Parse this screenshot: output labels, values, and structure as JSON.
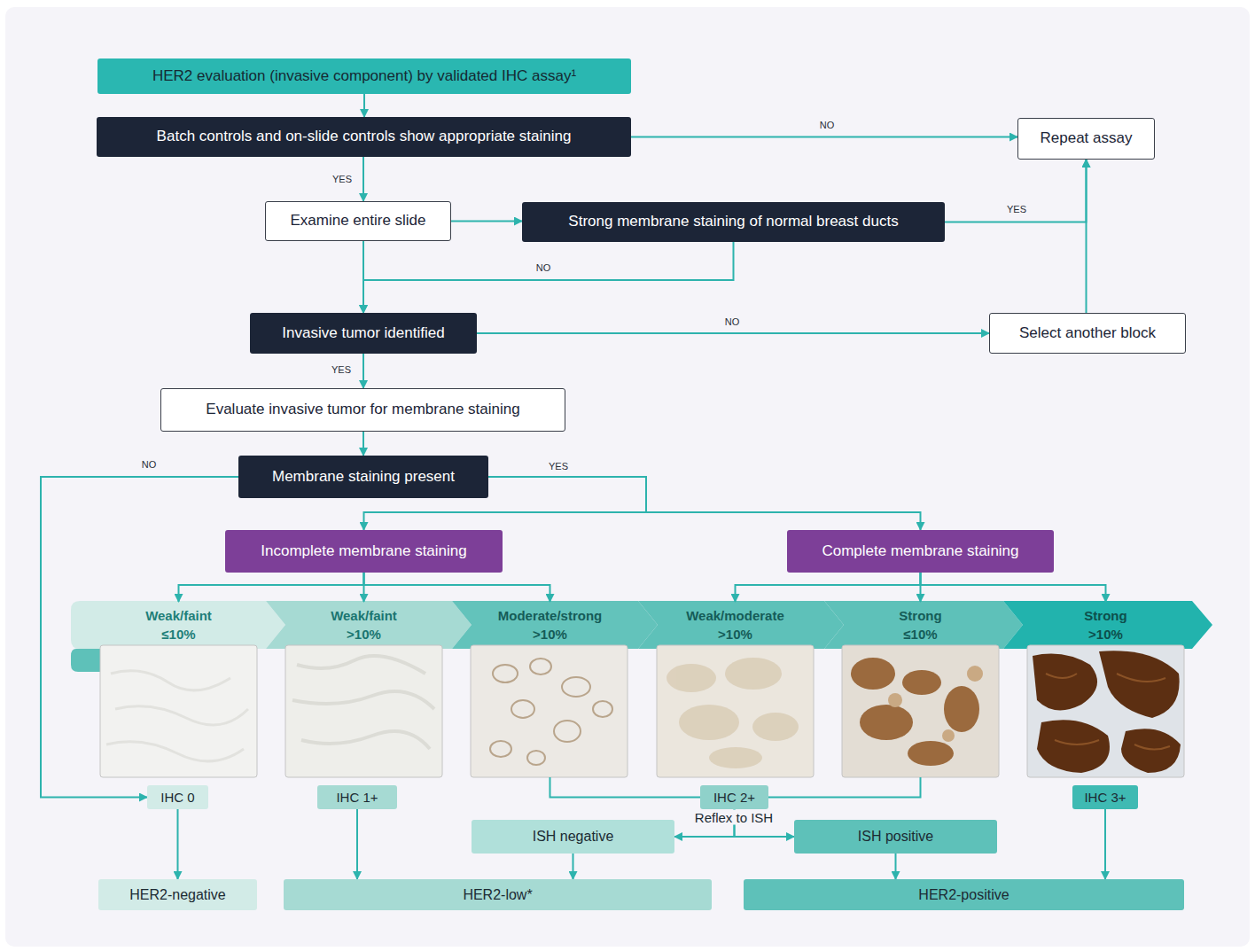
{
  "diagram": {
    "nodes": [
      {
        "text": [
          "HER2 evaluation (invasive component) by validated IHC assay¹"
        ]
      },
      {
        "text": [
          "Batch controls and on-slide controls show appropriate staining"
        ]
      },
      {
        "text": [
          "Repeat assay"
        ]
      },
      {
        "text": [
          "Examine entire slide"
        ]
      },
      {
        "text": [
          "Strong membrane staining of normal breast ducts"
        ]
      },
      {
        "text": [
          "Invasive tumor identified"
        ]
      },
      {
        "text": [
          "Select another block"
        ]
      },
      {
        "text": [
          "Evaluate invasive tumor for membrane staining"
        ]
      },
      {
        "text": [
          "Membrane staining present"
        ]
      },
      {
        "text": [
          "Incomplete membrane staining"
        ]
      },
      {
        "text": [
          "Complete membrane staining"
        ]
      },
      {
        "text": [
          "Weak/faint",
          "≤10%"
        ]
      },
      {
        "text": [
          "Weak/faint",
          ">10%"
        ]
      },
      {
        "text": [
          "Moderate/strong",
          ">10%"
        ]
      },
      {
        "text": [
          "Weak/moderate",
          ">10%"
        ]
      },
      {
        "text": [
          "Strong",
          "≤10%"
        ]
      },
      {
        "text": [
          "Strong",
          ">10%"
        ]
      },
      {
        "text": [
          "IHC 0"
        ]
      },
      {
        "text": [
          "IHC 1+"
        ]
      },
      {
        "text": [
          "IHC 2+"
        ]
      },
      {
        "text": [
          "IHC 3+"
        ]
      },
      {
        "text": [
          "ISH negative"
        ]
      },
      {
        "text": [
          "ISH positive"
        ]
      },
      {
        "text": [
          "HER2-negative"
        ]
      },
      {
        "text": [
          "HER2-low*"
        ]
      },
      {
        "text": [
          "HER2-positive"
        ]
      }
    ],
    "edges": [
      {
        "from": 0,
        "to": 1,
        "arrow": "to"
      },
      {
        "from": 1,
        "to": 2,
        "label": "NO",
        "arrow": "to"
      },
      {
        "from": 1,
        "to": 3,
        "label": "YES",
        "arrow": "to"
      },
      {
        "from": 3,
        "to": 4,
        "arrow": "to"
      },
      {
        "from": 4,
        "to": 2,
        "label": "YES",
        "arrow": "to"
      },
      {
        "from": 4,
        "to": 5,
        "label": "NO",
        "arrow": "to"
      },
      {
        "from": 3,
        "to": 5,
        "arrow": "to"
      },
      {
        "from": 5,
        "to": 6,
        "label": "NO",
        "arrow": "to"
      },
      {
        "from": 6,
        "to": 2,
        "arrow": "to"
      },
      {
        "from": 5,
        "to": 7,
        "label": "YES",
        "arrow": "to"
      },
      {
        "from": 7,
        "to": 8,
        "arrow": "to"
      },
      {
        "from": 8,
        "to": 17,
        "label": "NO",
        "arrow": "to"
      },
      {
        "from": 8,
        "to": 9,
        "arrow": "to"
      },
      {
        "from": 8,
        "to": 10,
        "label": "YES",
        "arrow": "to"
      },
      {
        "from": 9,
        "to": 11,
        "arrow": "to"
      },
      {
        "from": 9,
        "to": 12,
        "arrow": "to"
      },
      {
        "from": 9,
        "to": 13,
        "arrow": "to"
      },
      {
        "from": 10,
        "to": 14,
        "arrow": "to"
      },
      {
        "from": 10,
        "to": 15,
        "arrow": "to"
      },
      {
        "from": 10,
        "to": 16,
        "arrow": "to"
      },
      {
        "from": 13,
        "to": 19,
        "arrow": "none"
      },
      {
        "from": 15,
        "to": 19,
        "arrow": "none"
      },
      {
        "from": 19,
        "to": 21,
        "arrow": "to"
      },
      {
        "from": 19,
        "to": 22,
        "arrow": "to"
      },
      {
        "from": 17,
        "to": 23,
        "arrow": "to"
      },
      {
        "from": 18,
        "to": 24,
        "arrow": "to"
      },
      {
        "from": 21,
        "to": 24,
        "arrow": "to"
      },
      {
        "from": 22,
        "to": 25,
        "arrow": "to"
      },
      {
        "from": 20,
        "to": 25,
        "arrow": "to"
      }
    ],
    "labels": [
      "Reflex to ISH"
    ]
  }
}
